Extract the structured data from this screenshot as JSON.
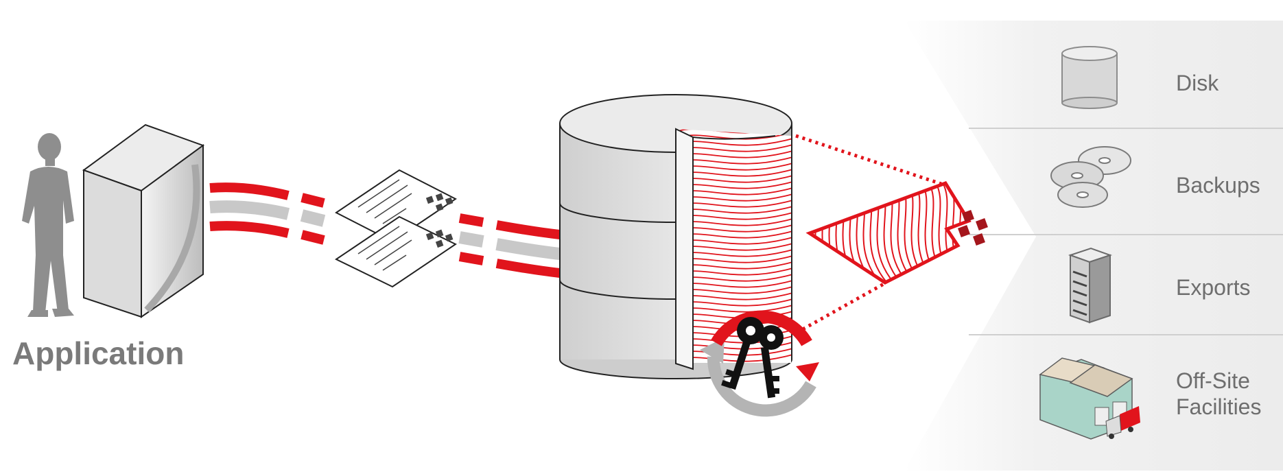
{
  "application_label": "Application",
  "targets": [
    {
      "label": "Disk",
      "icon": "disk-icon"
    },
    {
      "label": "Backups",
      "icon": "backups-icon"
    },
    {
      "label": "Exports",
      "icon": "server-icon"
    },
    {
      "label": "Off-Site Facilities",
      "label_line1": "Off-Site",
      "label_line2": "Facilities",
      "icon": "warehouse-icon"
    }
  ],
  "colors": {
    "red": "#e1141c",
    "dark_red": "#a4161c",
    "gray_icon": "#8c8c8c",
    "cylinder_fill": "#d9d9d9",
    "label_gray": "#6e6e6e",
    "panel_fill": "#f2f2f2"
  }
}
